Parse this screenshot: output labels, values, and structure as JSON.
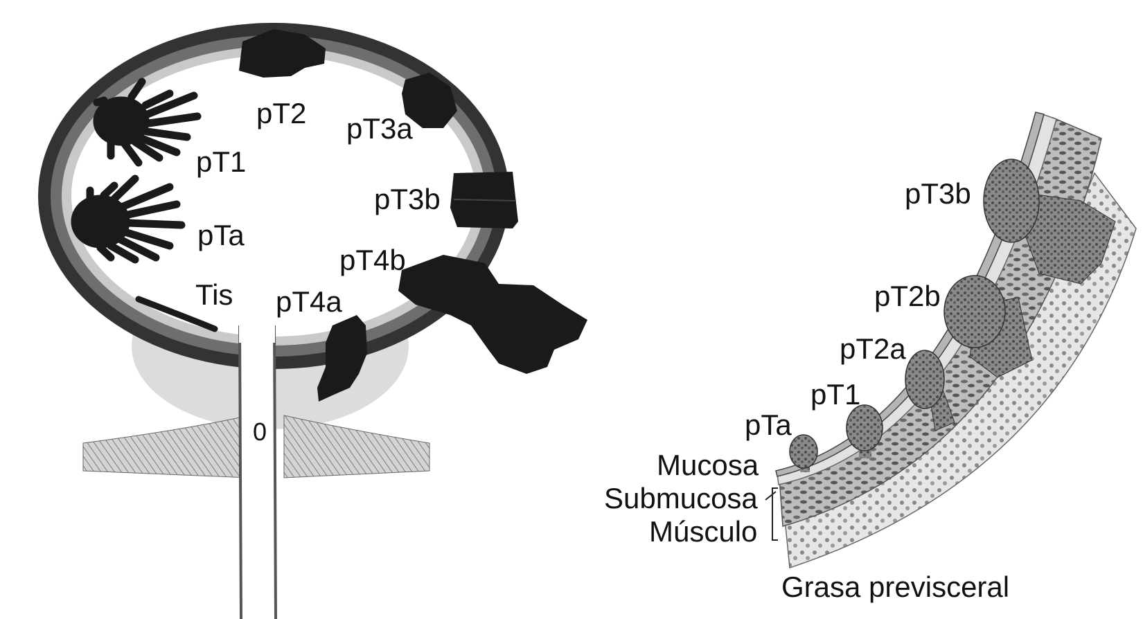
{
  "bladder_diagram": {
    "stage_labels": {
      "pT2": "pT2",
      "pT3a": "pT3a",
      "pT1": "pT1",
      "pT3b": "pT3b",
      "pTa": "pTa",
      "pT4b": "pT4b",
      "Tis": "Tis",
      "pT4a": "pT4a",
      "zero": "0"
    }
  },
  "wall_diagram": {
    "stage_labels": {
      "pT3b": "pT3b",
      "pT2b": "pT2b",
      "pT2a": "pT2a",
      "pT1": "pT1",
      "pTa": "pTa"
    },
    "layer_labels": {
      "mucosa": "Mucosa",
      "submucosa": "Submucosa",
      "musculo": "Músculo",
      "grasa": "Grasa previsceral"
    }
  },
  "colors": {
    "tumor": "#1a1a1a",
    "outer_wall": "#3a3a3a",
    "mid_wall": "#6e6e6e",
    "inner_wall": "#c9c9c9",
    "lumen": "#ffffff"
  }
}
